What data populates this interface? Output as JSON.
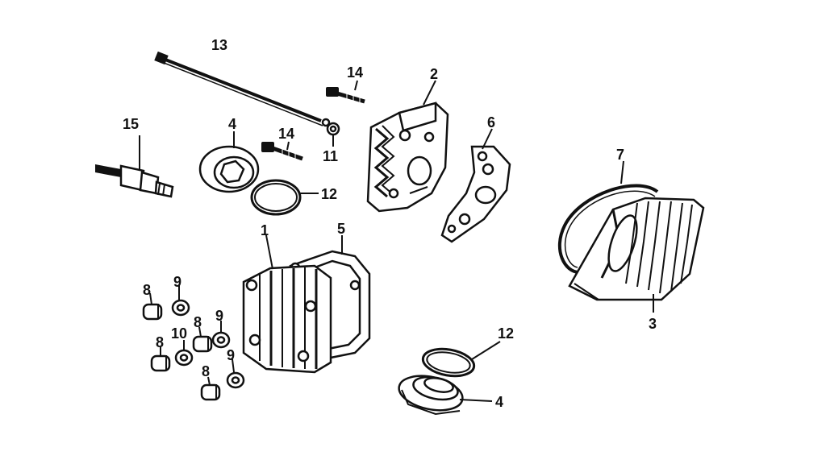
{
  "diagram": {
    "callouts": [
      {
        "id": "c1",
        "text": "1"
      },
      {
        "id": "c2",
        "text": "2"
      },
      {
        "id": "c3",
        "text": "3"
      },
      {
        "id": "c4a",
        "text": "4"
      },
      {
        "id": "c4b",
        "text": "4"
      },
      {
        "id": "c5",
        "text": "5"
      },
      {
        "id": "c6",
        "text": "6"
      },
      {
        "id": "c7",
        "text": "7"
      },
      {
        "id": "c8a",
        "text": "8"
      },
      {
        "id": "c8b",
        "text": "8"
      },
      {
        "id": "c8c",
        "text": "8"
      },
      {
        "id": "c8d",
        "text": "8"
      },
      {
        "id": "c9a",
        "text": "9"
      },
      {
        "id": "c9b",
        "text": "9"
      },
      {
        "id": "c9c",
        "text": "9"
      },
      {
        "id": "c10",
        "text": "10"
      },
      {
        "id": "c11",
        "text": "11"
      },
      {
        "id": "c12a",
        "text": "12"
      },
      {
        "id": "c12b",
        "text": "12"
      },
      {
        "id": "c13",
        "text": "13"
      },
      {
        "id": "c14a",
        "text": "14"
      },
      {
        "id": "c14b",
        "text": "14"
      },
      {
        "id": "c15",
        "text": "15"
      }
    ]
  }
}
